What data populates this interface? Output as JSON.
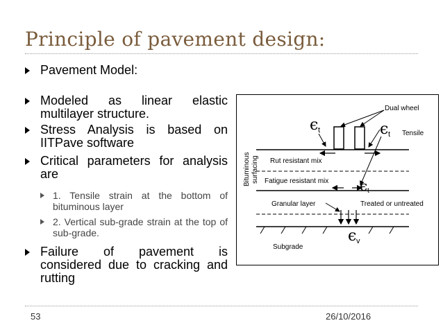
{
  "slide": {
    "title": "Principle of pavement design:",
    "page_number": "53",
    "date": "26/10/2016"
  },
  "bullets": [
    {
      "text": "Pavement Model:"
    },
    {
      "text": "Modeled as linear elastic multilayer structure."
    },
    {
      "text": "Stress Analysis is based on IITPave software"
    },
    {
      "text": "Critical parameters for analysis are"
    },
    {
      "text": "Failure of pavement is considered due to cracking and rutting"
    }
  ],
  "sub_bullets": [
    {
      "text": "1.  Tensile strain at the bottom of bituminous layer"
    },
    {
      "text": "2. Vertical sub-grade strain at the top of sub-grade."
    }
  ],
  "figure": {
    "dual_wheel": "Dual wheel",
    "tensile": "Tensile",
    "et_symbol": "ϵ",
    "et_sub": "t",
    "ev_sub": "v",
    "rut_mix": "Rut resistant mix",
    "fatigue_mix": "Fatigue resistant mix",
    "bituminous": "Bituminous",
    "surfacing": "surfacing",
    "granular": "Granular layer",
    "treated": "Treated or untreated",
    "subgrade": "Subgrade"
  }
}
